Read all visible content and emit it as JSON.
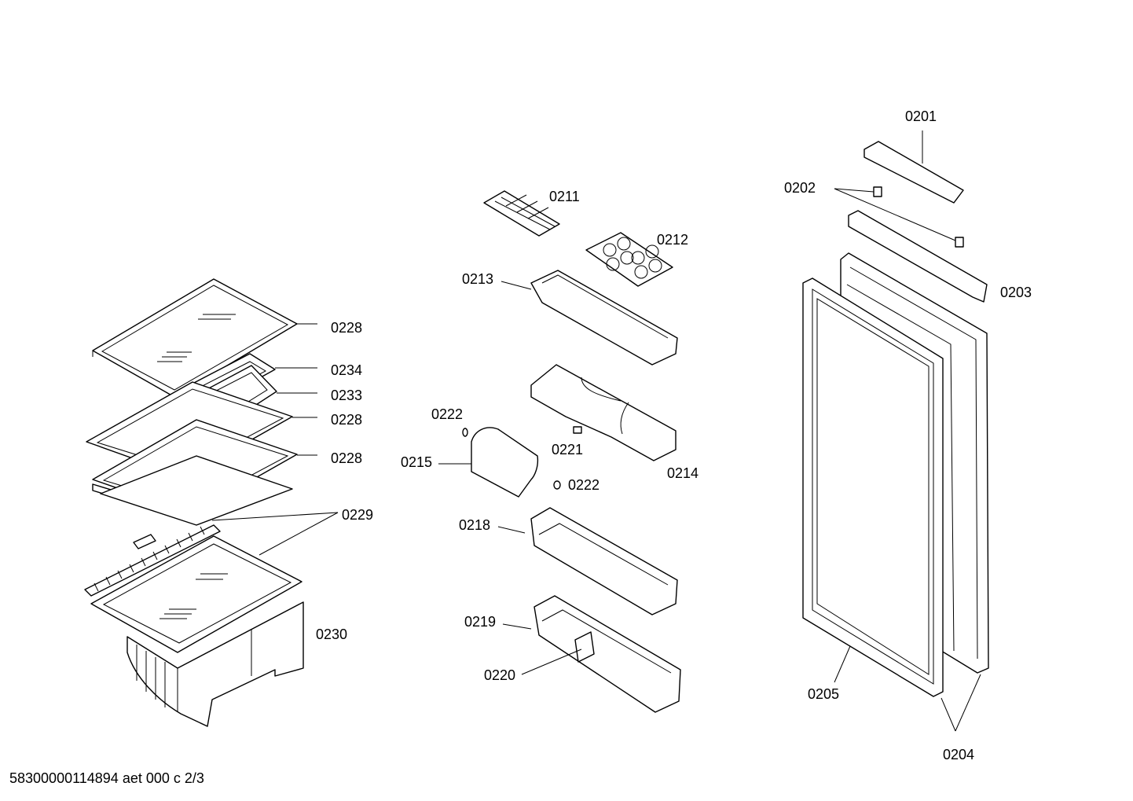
{
  "drawing": {
    "footer_text": "58300000114894 aet 000 c 2/3",
    "callouts": {
      "c0201": "0201",
      "c0202": "0202",
      "c0203": "0203",
      "c0204": "0204",
      "c0205": "0205",
      "c0211": "0211",
      "c0212": "0212",
      "c0213": "0213",
      "c0214": "0214",
      "c0215": "0215",
      "c0218": "0218",
      "c0219": "0219",
      "c0220": "0220",
      "c0221": "0221",
      "c0222a": "0222",
      "c0222b": "0222",
      "c0228a": "0228",
      "c0228b": "0228",
      "c0228c": "0228",
      "c0229": "0229",
      "c0230": "0230",
      "c0233": "0233",
      "c0234": "0234"
    }
  }
}
